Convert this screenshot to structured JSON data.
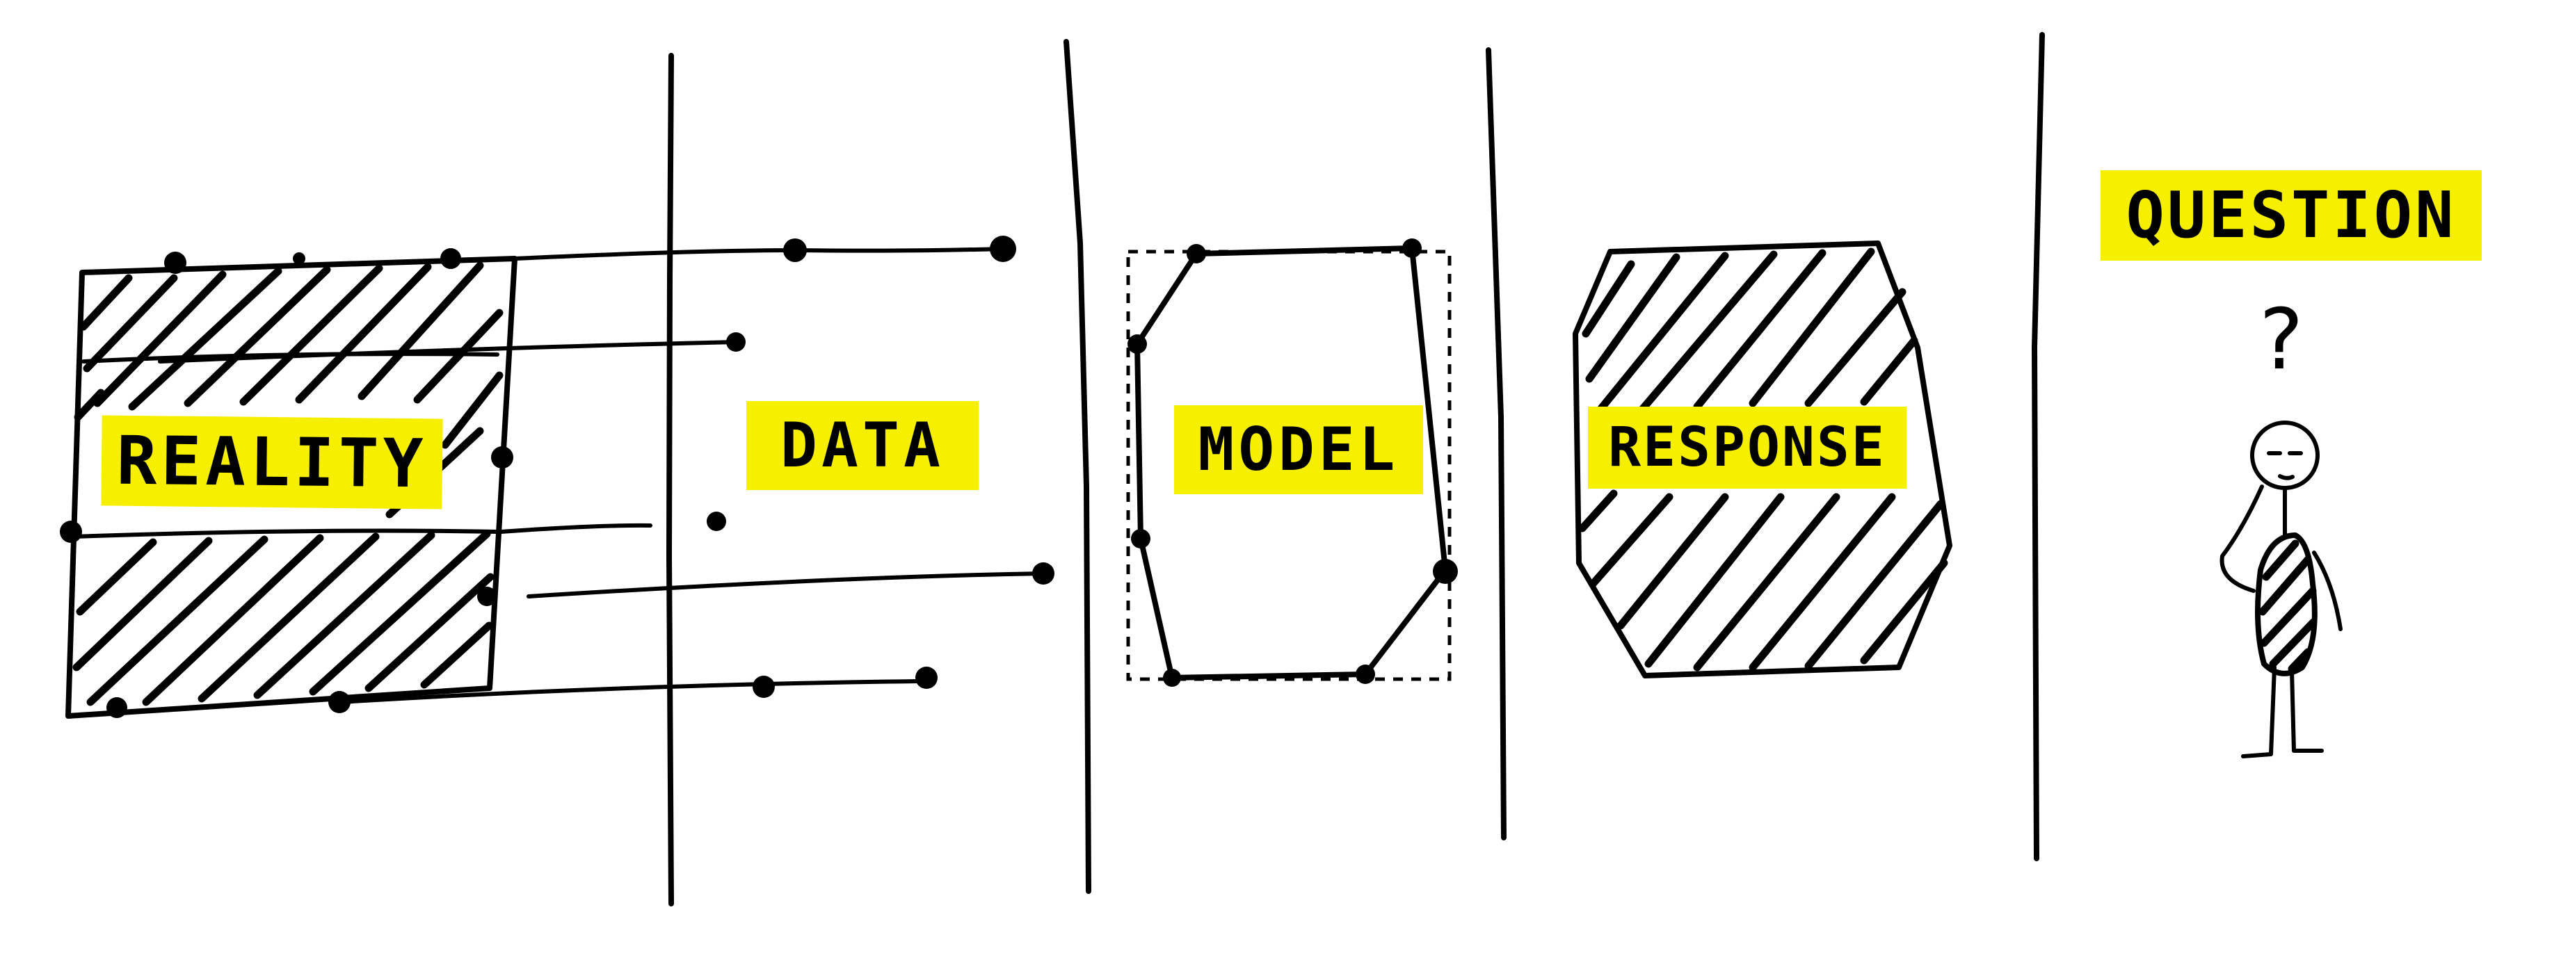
{
  "stages": {
    "reality": "REALITY",
    "data": "DATA",
    "model": "MODEL",
    "response": "RESPONSE",
    "question": "QUESTION"
  },
  "question_mark": "?",
  "colors": {
    "highlight": "#f6f000",
    "ink": "#000000",
    "background": "#ffffff"
  }
}
